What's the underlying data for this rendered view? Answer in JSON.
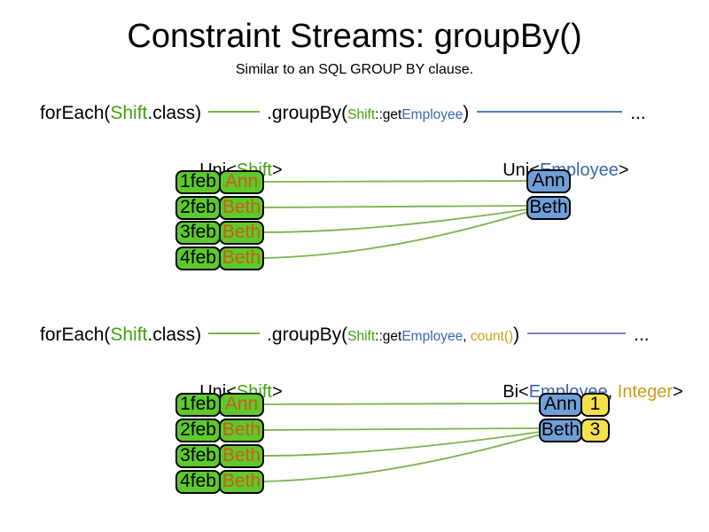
{
  "title": "Constraint Streams: groupBy()",
  "subtitle": "Similar to an SQL GROUP BY clause.",
  "colors": {
    "shift_green": "#5dc92d",
    "green_text": "#3fa40d",
    "blue_text": "#3a67ad",
    "gold_text": "#cf9c14",
    "orange_text": "#ce5c17",
    "employee_blue": "#6f9fd8",
    "integer_yellow": "#f5e04e",
    "line_green": "#7fb24e",
    "line_blue": "#4f81bd",
    "line_purple": "#8c7bb4"
  },
  "sections": [
    {
      "code": {
        "foreach": "forEach(",
        "foreach_arg": "Shift",
        "foreach_end": ".class)",
        "groupby": ".groupBy(",
        "arg_class": "Shift",
        "arg_accessor": "::get",
        "arg_property": "Employee",
        "groupby_end": ")",
        "ellipsis": "..."
      },
      "source_label": {
        "prefix": "Uni<",
        "type": "Shift",
        "suffix": ">"
      },
      "result_label": {
        "prefix": "Uni<",
        "type": "Employee",
        "suffix": ">"
      },
      "table_rows": [
        {
          "date": "1feb",
          "employee": "Ann"
        },
        {
          "date": "2feb",
          "employee": "Beth"
        },
        {
          "date": "3feb",
          "employee": "Beth"
        },
        {
          "date": "4feb",
          "employee": "Beth"
        }
      ],
      "result_rows": [
        {
          "name": "Ann"
        },
        {
          "name": "Beth"
        }
      ]
    },
    {
      "code": {
        "foreach": "forEach(",
        "foreach_arg": "Shift",
        "foreach_end": ".class)",
        "groupby": ".groupBy(",
        "arg_class": "Shift",
        "arg_accessor": "::get",
        "arg_property": "Employee",
        "separator": ", ",
        "arg_count": "count()",
        "groupby_end": ")",
        "ellipsis": "..."
      },
      "source_label": {
        "prefix": "Uni<",
        "type": "Shift",
        "suffix": ">"
      },
      "result_label": {
        "prefix": "Bi<",
        "type1": "Employee",
        "separator": ", ",
        "type2": "Integer",
        "suffix": ">"
      },
      "table_rows": [
        {
          "date": "1feb",
          "employee": "Ann"
        },
        {
          "date": "2feb",
          "employee": "Beth"
        },
        {
          "date": "3feb",
          "employee": "Beth"
        },
        {
          "date": "4feb",
          "employee": "Beth"
        }
      ],
      "result_rows": [
        {
          "name": "Ann",
          "count": "1"
        },
        {
          "name": "Beth",
          "count": "3"
        }
      ]
    }
  ]
}
